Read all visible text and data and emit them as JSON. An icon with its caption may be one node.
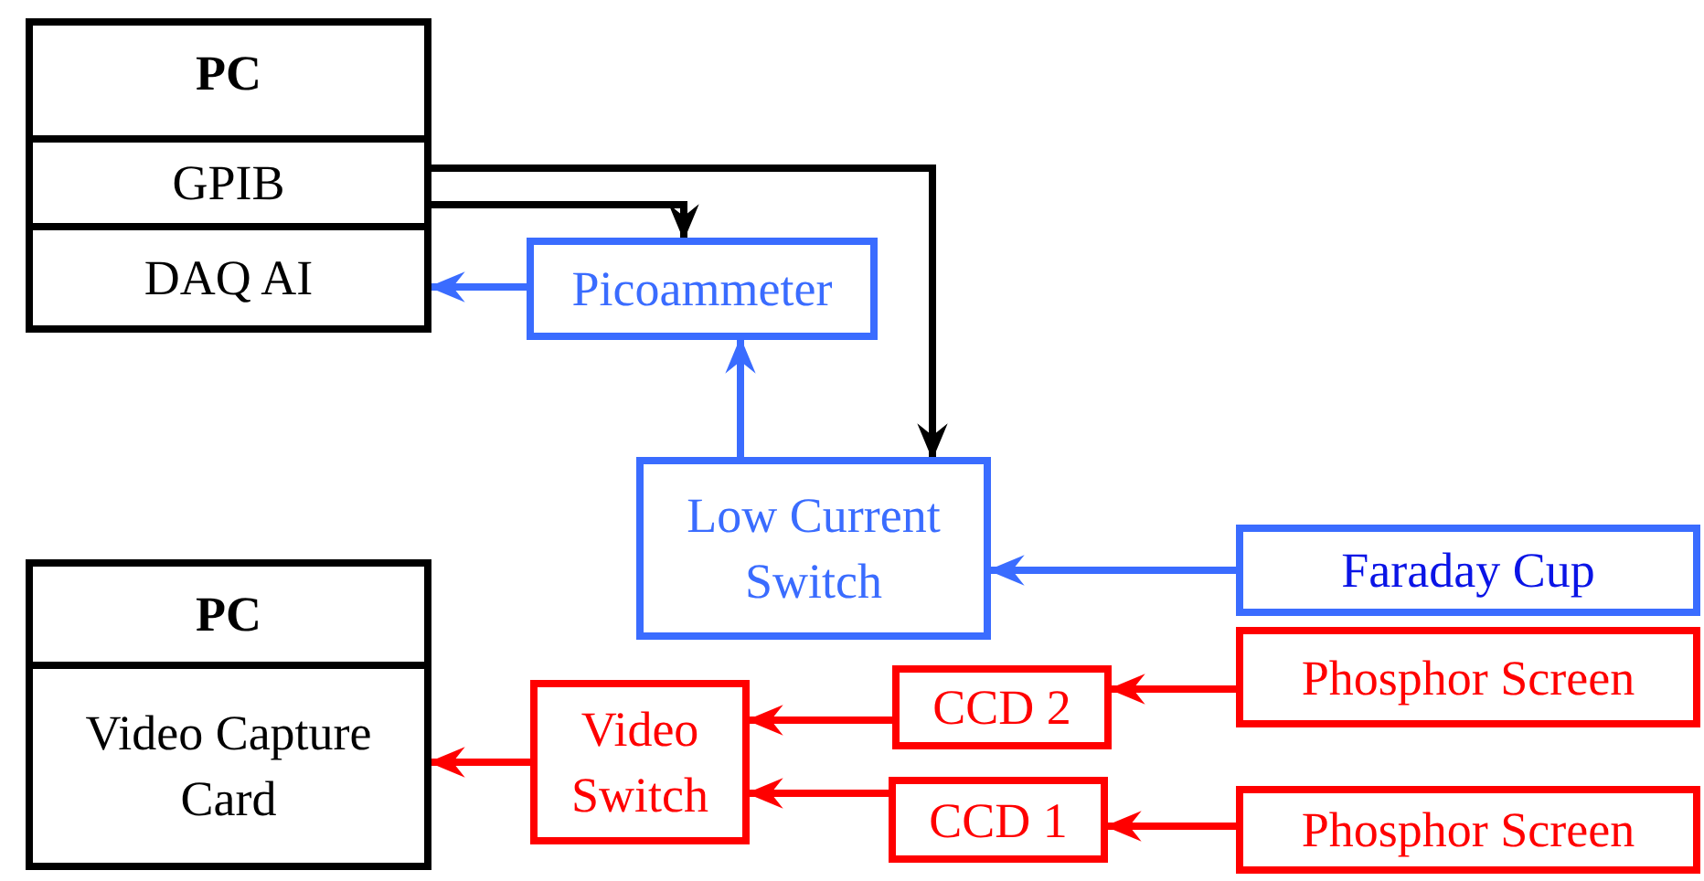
{
  "diagram": {
    "nodes": [
      {
        "text": [
          "PC"
        ]
      },
      {
        "text": [
          "GPIB"
        ],
        "in": 0
      },
      {
        "text": [
          "DAQ AI"
        ],
        "in": 0
      },
      {
        "text": [
          "Picoammeter"
        ]
      },
      {
        "text": [
          "Low Current Switch"
        ]
      },
      {
        "text": [
          "Faraday Cup"
        ]
      },
      {
        "text": [
          "PC"
        ]
      },
      {
        "text": [
          "Video Capture Card"
        ],
        "in": 6
      },
      {
        "text": [
          "Video Switch"
        ]
      },
      {
        "text": [
          "CCD 2"
        ]
      },
      {
        "text": [
          "CCD 1"
        ]
      },
      {
        "text": [
          "Phosphor Screen"
        ]
      },
      {
        "text": [
          "Phosphor Screen"
        ]
      }
    ],
    "edges": [
      {
        "from": 1,
        "to": 3,
        "arrow": "to",
        "color": "#000000"
      },
      {
        "from": 1,
        "to": 4,
        "arrow": "to",
        "color": "#000000"
      },
      {
        "from": 3,
        "to": 2,
        "arrow": "to",
        "color": "#3a6cff"
      },
      {
        "from": 4,
        "to": 3,
        "arrow": "to",
        "color": "#3a6cff"
      },
      {
        "from": 5,
        "to": 4,
        "arrow": "to",
        "color": "#3a6cff"
      },
      {
        "from": 11,
        "to": 9,
        "arrow": "to"
      },
      {
        "from": 12,
        "to": 10,
        "arrow": "to"
      },
      {
        "from": 9,
        "to": 8,
        "arrow": "to"
      },
      {
        "from": 10,
        "to": 8,
        "arrow": "to"
      },
      {
        "from": 8,
        "to": 7,
        "arrow": "to"
      }
    ]
  }
}
